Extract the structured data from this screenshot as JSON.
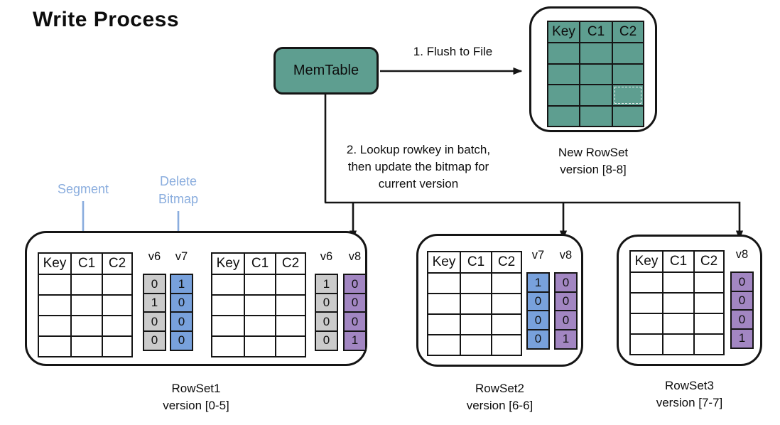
{
  "title": "Write Process",
  "memtable_label": "MemTable",
  "arrows": {
    "flush_label": "1. Flush to File",
    "lookup_lines": [
      "2. Lookup rowkey in batch,",
      "then update the bitmap for",
      "current version"
    ]
  },
  "callouts": {
    "segment": "Segment",
    "delete_bitmap": [
      "Delete",
      "Bitmap"
    ]
  },
  "new_rowset": {
    "headers": [
      "Key",
      "C1",
      "C2"
    ],
    "data_rows": 4,
    "highlight_cell": [
      3,
      3
    ],
    "name": "New RowSet",
    "version": "version [8-8]"
  },
  "rowsets": [
    {
      "name": "RowSet1",
      "version": "version [0-5]",
      "segments": [
        {
          "headers": [
            "Key",
            "C1",
            "C2"
          ],
          "data_rows": 4,
          "bitmaps": [
            {
              "label": "v6",
              "palette": "gray",
              "values": [
                "0",
                "1",
                "0",
                "0"
              ]
            },
            {
              "label": "v7",
              "palette": "blue",
              "values": [
                "1",
                "0",
                "0",
                "0"
              ]
            }
          ]
        },
        {
          "headers": [
            "Key",
            "C1",
            "C2"
          ],
          "data_rows": 4,
          "bitmaps": [
            {
              "label": "v6",
              "palette": "gray",
              "values": [
                "1",
                "0",
                "0",
                "0"
              ]
            },
            {
              "label": "v8",
              "palette": "purple",
              "values": [
                "0",
                "0",
                "0",
                "1"
              ]
            }
          ]
        }
      ]
    },
    {
      "name": "RowSet2",
      "version": "version [6-6]",
      "segments": [
        {
          "headers": [
            "Key",
            "C1",
            "C2"
          ],
          "data_rows": 4,
          "bitmaps": [
            {
              "label": "v7",
              "palette": "blue",
              "values": [
                "1",
                "0",
                "0",
                "0"
              ]
            },
            {
              "label": "v8",
              "palette": "purple",
              "values": [
                "0",
                "0",
                "0",
                "1"
              ]
            }
          ]
        }
      ]
    },
    {
      "name": "RowSet3",
      "version": "version [7-7]",
      "segments": [
        {
          "headers": [
            "Key",
            "C1",
            "C2"
          ],
          "data_rows": 4,
          "bitmaps": [
            {
              "label": "v8",
              "palette": "purple",
              "values": [
                "0",
                "0",
                "0",
                "1"
              ]
            }
          ]
        }
      ]
    }
  ],
  "colors": {
    "memtable_fill": "#5e9e90",
    "new_rowset_cell_fill": "#5e9e90",
    "bitmap_gray": "#cbcbcb",
    "bitmap_blue": "#78a1dc",
    "bitmap_purple": "#a286c2",
    "callout_blue": "#8aadde",
    "line_black": "#151515"
  }
}
